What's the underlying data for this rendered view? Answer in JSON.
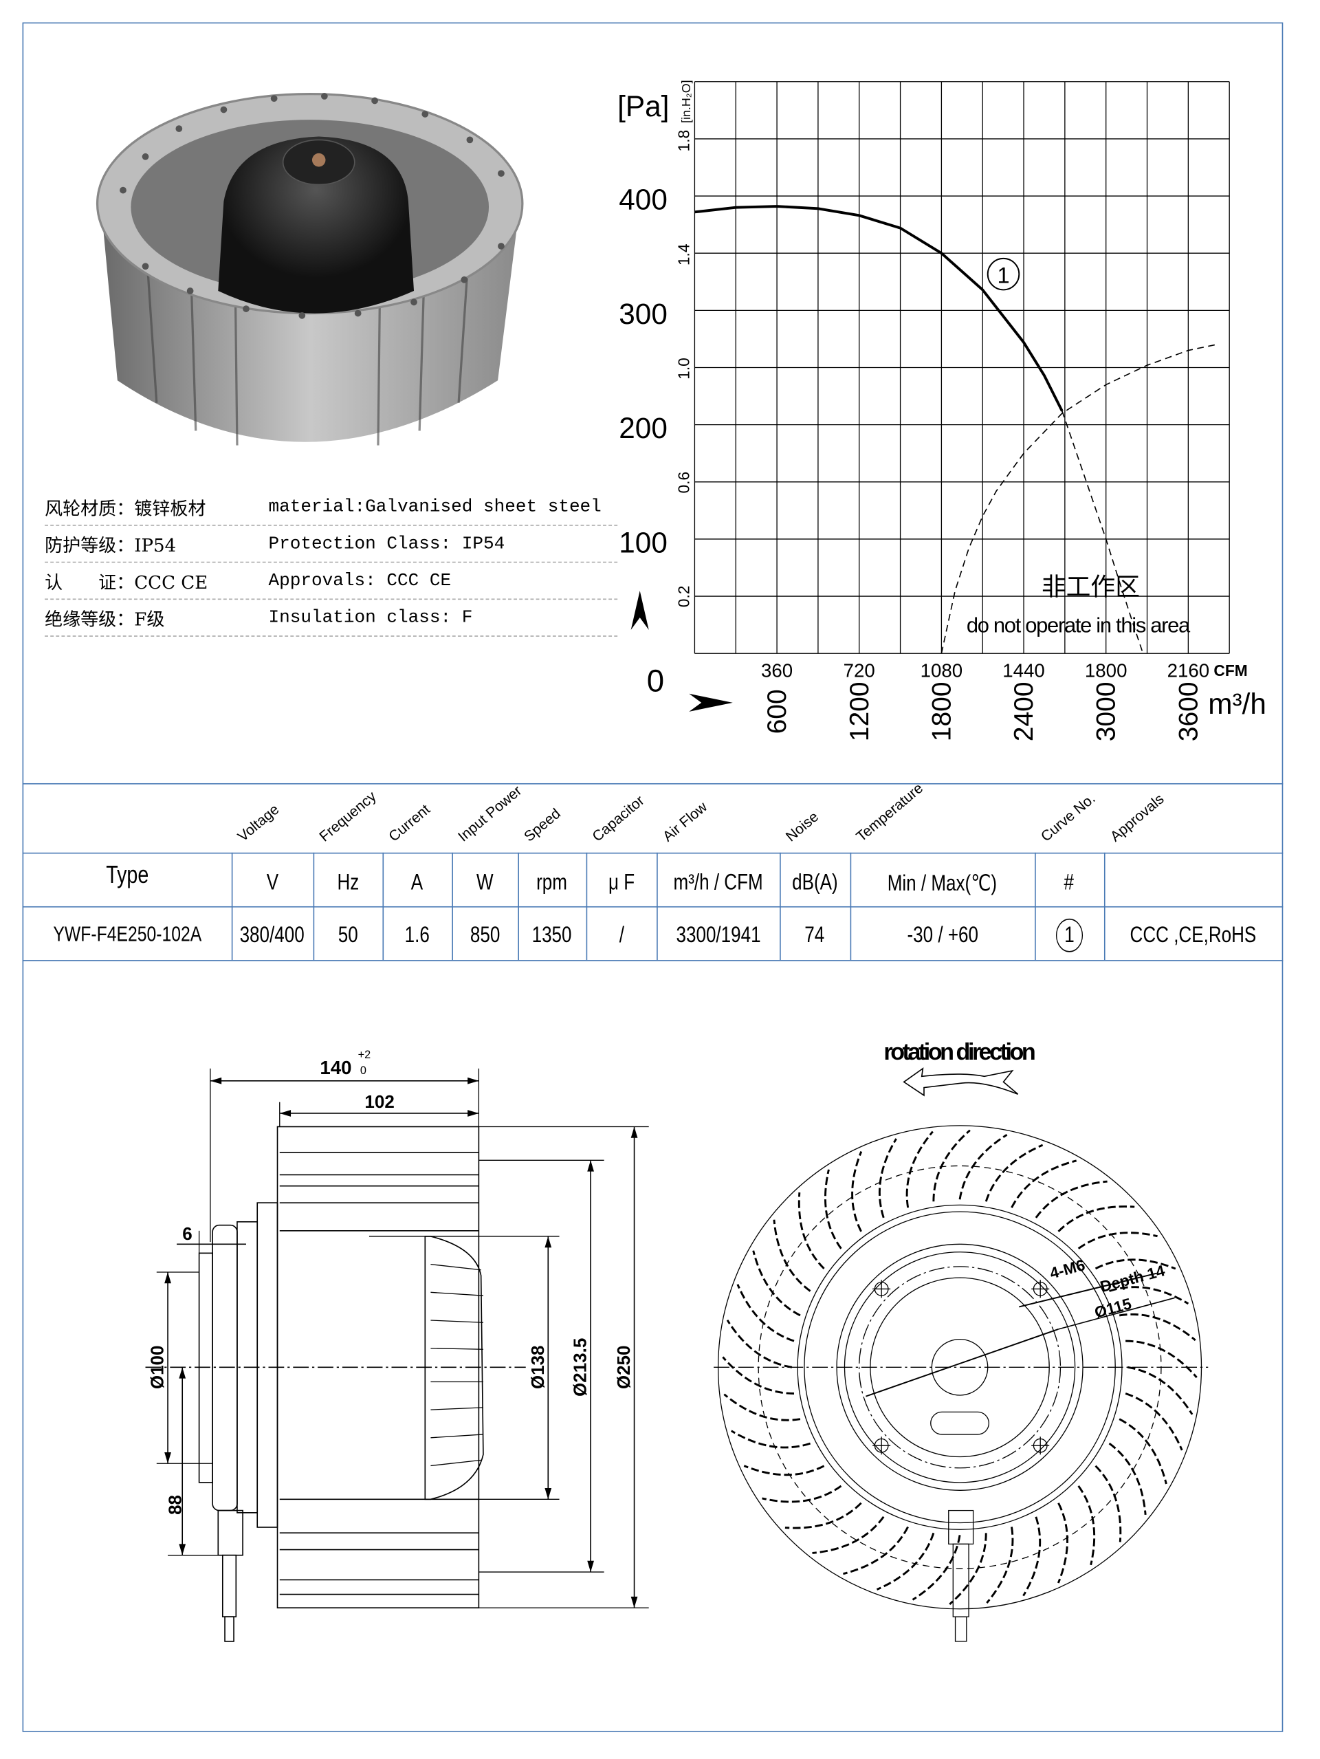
{
  "specs": [
    {
      "cn": "风轮材质：镀锌板材",
      "en": "material:Galvanised sheet steel"
    },
    {
      "cn": "防护等级：IP54",
      "en": "Protection Class: IP54"
    },
    {
      "cn": "认　　证：CCC CE",
      "en": "Approvals: CCC  CE"
    },
    {
      "cn": "绝缘等级：F级",
      "en": "Insulation class: F"
    }
  ],
  "chart_data": {
    "type": "line",
    "xlabel_primary": "m³/h",
    "xlabel_secondary": "CFM",
    "ylabel_primary": "[Pa]",
    "ylabel_secondary": "[in.H₂O]",
    "xlim": [
      0,
      3900
    ],
    "ylim": [
      0,
      500
    ],
    "grid": true,
    "x_ticks_m3h": [
      "600",
      "1200",
      "1800",
      "2400",
      "3000",
      "3600"
    ],
    "x_ticks_cfm": [
      "360",
      "720",
      "1080",
      "1440",
      "1800",
      "2160"
    ],
    "y_ticks_pa": [
      "0",
      "100",
      "200",
      "300",
      "400"
    ],
    "y_ticks_inh2o": [
      "0.2",
      "0.6",
      "1.0",
      "1.4",
      "1.8"
    ],
    "curve_label": "1",
    "series": [
      {
        "label": "1",
        "style": "solid",
        "x": [
          0,
          300,
          600,
          900,
          1200,
          1500,
          1800,
          2100,
          2400,
          2550,
          2680
        ],
        "y": [
          386,
          390,
          391,
          389,
          383,
          372,
          350,
          318,
          272,
          243,
          212
        ]
      },
      {
        "label": "1",
        "style": "dashed",
        "x": [
          2680,
          2800,
          2900,
          3000,
          3100,
          3200,
          3270
        ],
        "y": [
          212,
          170,
          135,
          100,
          62,
          25,
          0
        ]
      },
      {
        "label": "",
        "style": "dashed",
        "x": [
          1800,
          1900,
          2000,
          2100,
          2200,
          2400,
          2680,
          3000,
          3300,
          3600,
          3800
        ],
        "y": [
          0,
          55,
          92,
          120,
          142,
          175,
          210,
          235,
          252,
          265,
          270
        ]
      }
    ],
    "annotation_cn": "非工作区",
    "annotation_en": "do not operate in this area",
    "colors": {
      "line": "#000000",
      "grid": "#000000"
    }
  },
  "table": {
    "headers": [
      "Voltage",
      "Frequency",
      "Current",
      "Input Power",
      "Speed",
      "Capacitor",
      "Air Flow",
      "Noise",
      "Temperature",
      "Curve No.",
      "Approvals"
    ],
    "type_label": "Type",
    "units": [
      "V",
      "Hz",
      "A",
      "W",
      "rpm",
      "μ F",
      "m³/h / CFM",
      "dB(A)",
      "Min / Max(℃)",
      "#",
      ""
    ],
    "row": [
      "YWF-F4E250-102A",
      "380/400",
      "50",
      "1.6",
      "850",
      "1350",
      "/",
      "3300/1941",
      "74",
      "-30 / +60",
      "1",
      "CCC ,CE,RoHS"
    ]
  },
  "drawing": {
    "dim_140": "140",
    "dim_140_tol_upper": "+2",
    "dim_140_tol_lower": "0",
    "dim_102": "102",
    "dim_6": "6",
    "dim_100": "Ø100",
    "dim_88": "88",
    "dim_138": "Ø138",
    "dim_2135": "Ø213.5",
    "dim_250": "Ø250",
    "rotation_label": "rotation direction",
    "holes_label": "4-M6",
    "depth_label": "Depth 14",
    "pcd_label": "Ø115"
  },
  "colors": {
    "frame": "#4a7ab5"
  }
}
